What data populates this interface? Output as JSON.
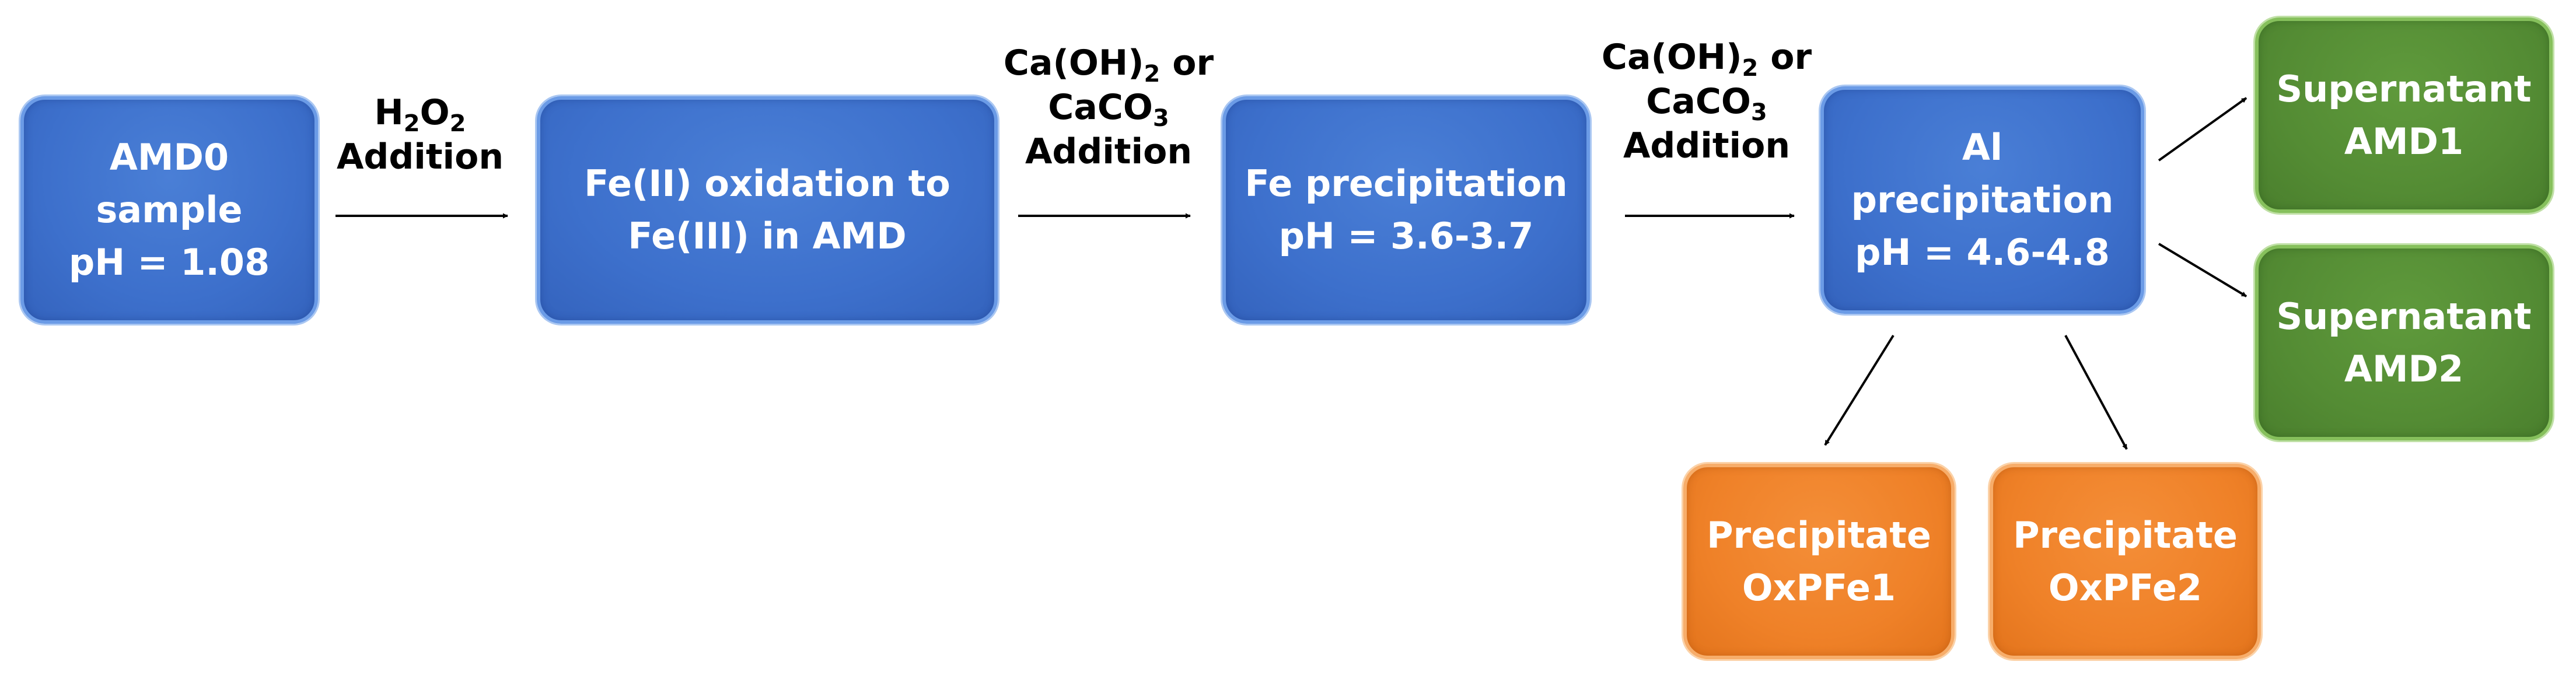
{
  "colors": {
    "process": "#3d70cc",
    "supernatant": "#548c34",
    "precipitate": "#ef8128",
    "text_on_box": "#ffffff",
    "arrow": "#000000"
  },
  "boxes": {
    "amd0": {
      "line1": "AMD0",
      "line2": "sample",
      "line3": "pH = 1.08"
    },
    "oxidation": {
      "line1": "Fe(II) oxidation to",
      "line2": "Fe(III) in AMD"
    },
    "fe_precip": {
      "line1": "Fe precipitation",
      "line2": "pH = 3.6-3.7"
    },
    "al_precip": {
      "line1": "Al",
      "line2": "precipitation",
      "line3": "pH = 4.6-4.8"
    },
    "supernatant1": {
      "line1": "Supernatant",
      "line2": "AMD1"
    },
    "supernatant2": {
      "line1": "Supernatant",
      "line2": "AMD2"
    },
    "precipitate1": {
      "line1": "Precipitate",
      "line2": "OxPFe1"
    },
    "precipitate2": {
      "line1": "Precipitate",
      "line2": "OxPFe2"
    }
  },
  "edge_labels": {
    "h2o2": {
      "base1": "H",
      "sub1": "2",
      "base2": "O",
      "sub2": "2",
      "line2": "Addition"
    },
    "caoh2_1": {
      "a": "Ca(OH)",
      "sub": "2",
      "b": " or",
      "c": "CaCO",
      "sub2": "3",
      "line3": "Addition"
    },
    "caoh2_2": {
      "a": "Ca(OH)",
      "sub": "2",
      "b": " or",
      "c": "CaCO",
      "sub2": "3",
      "line3": "Addition"
    }
  }
}
